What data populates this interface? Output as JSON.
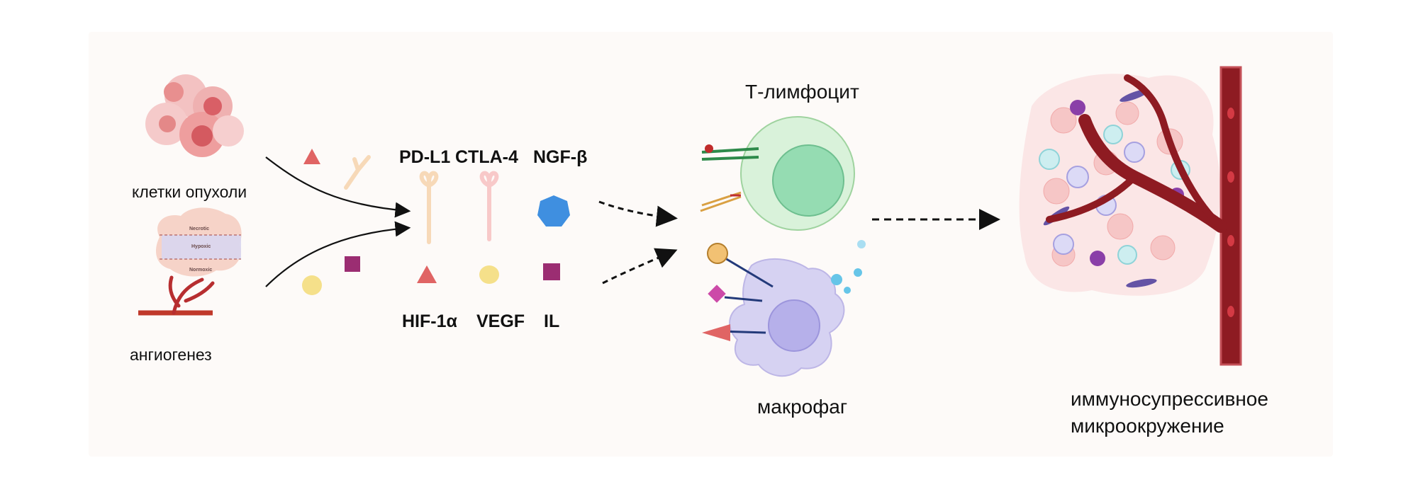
{
  "labels": {
    "tumor_cells": "клетки опухоли",
    "angiogenesis": "ангиогенез",
    "t_lymphocyte": "Т-лимфоцит",
    "macrophage": "макрофаг",
    "microenvironment_line1": "иммуносупрессивное",
    "microenvironment_line2": "микроокружение"
  },
  "tumor_zones": {
    "necrotic": "Necrotic",
    "hypoxic": "Hypoxic",
    "normoxic": "Normoxic"
  },
  "molecules_top": [
    "PD-L1",
    "CTLA-4",
    "NGF-β"
  ],
  "molecules_bottom": [
    "HIF-1α",
    "VEGF",
    "IL"
  ],
  "colors": {
    "triangle": "#e06464",
    "receptor": "#f7d9b8",
    "receptor_pink": "#f8c9c9",
    "hexagon": "#3f8fe0",
    "vegf_dot": "#f5e08a",
    "il_square": "#9b2d72",
    "vessel": "#8e1b22",
    "t_cell": "#cdeccd",
    "macrophage": "#d6d2f2"
  }
}
